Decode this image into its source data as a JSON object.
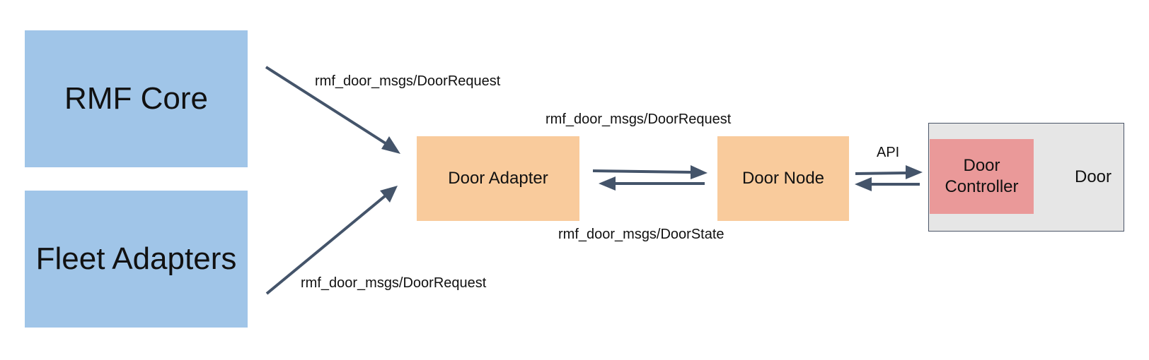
{
  "nodes": {
    "rmf_core": "RMF Core",
    "fleet_adapters": "Fleet Adapters",
    "door_adapter": "Door Adapter",
    "door_node": "Door Node",
    "door_controller": "Door Controller",
    "door": "Door"
  },
  "edges": {
    "rmf_core_to_adapter": "rmf_door_msgs/DoorRequest",
    "fleet_to_adapter": "rmf_door_msgs/DoorRequest",
    "adapter_to_node": "rmf_door_msgs/DoorRequest",
    "node_to_adapter": "rmf_door_msgs/DoorState",
    "node_to_controller": "API"
  },
  "colors": {
    "blue_box": "#a0c5e8",
    "orange_box": "#f9cb9c",
    "controller_box": "#ea9999",
    "door_box": "#e6e6e6",
    "arrow": "#44546a"
  }
}
